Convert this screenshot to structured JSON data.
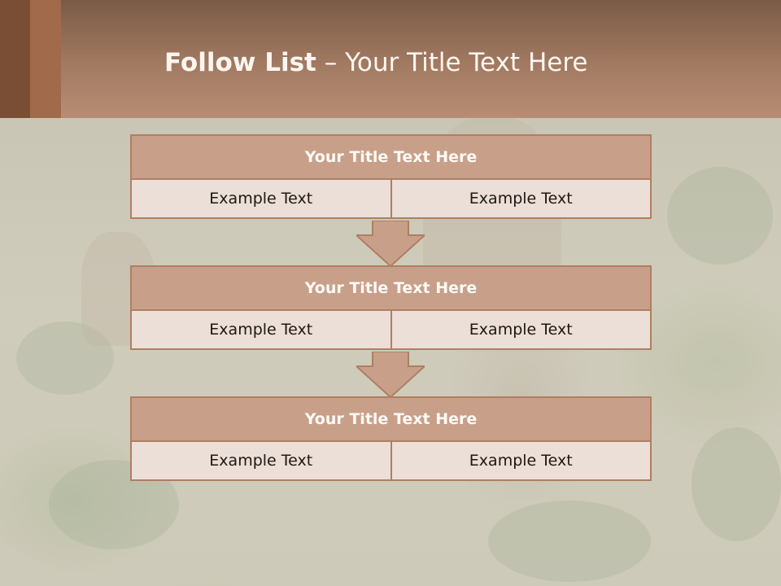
{
  "header": {
    "title_bold": "Follow List",
    "title_rest": " – Your Title Text Here"
  },
  "blocks": [
    {
      "title": "Your Title Text Here",
      "left": "Example Text",
      "right": "Example Text"
    },
    {
      "title": "Your Title Text Here",
      "left": "Example Text",
      "right": "Example Text"
    },
    {
      "title": "Your Title Text Here",
      "left": "Example Text",
      "right": "Example Text"
    }
  ],
  "colors": {
    "header": "#a27a62",
    "accent_dark": "#7a4e34",
    "block_title": "#c8a08a",
    "cell": "#ecdfd8",
    "border": "#b07e63"
  },
  "icons": [
    "down-arrow-icon",
    "down-arrow-icon"
  ]
}
